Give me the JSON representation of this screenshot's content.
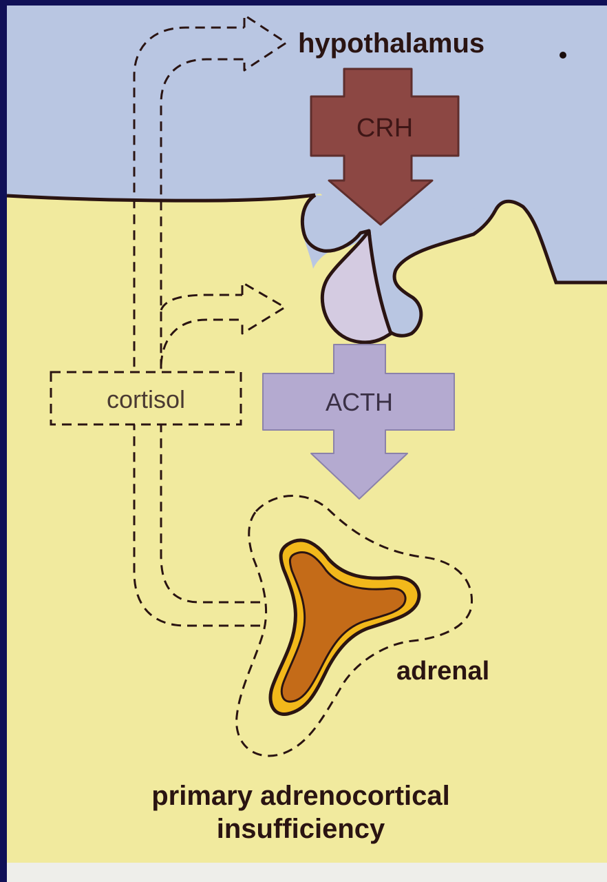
{
  "diagram": {
    "labels": {
      "hypothalamus": "hypothalamus",
      "crh": "CRH",
      "acth": "ACTH",
      "cortisol": "cortisol",
      "adrenal": "adrenal",
      "caption_line1": "primary adrenocortical",
      "caption_line2": "insufficiency"
    },
    "colors": {
      "brain_region": "#b9c6e2",
      "body_region": "#f1ea9e",
      "crh_arrow": "#8c4743",
      "acth_arrow": "#b4aad0",
      "pituitary_anterior": "#d4cbe1",
      "adrenal_cortex_outer": "#f2b81b",
      "adrenal_core": "#c46b18",
      "outline": "#2a1412",
      "frame": "#101057"
    },
    "feedback": {
      "style": "dashed",
      "source": "adrenal",
      "targets": [
        "hypothalamus",
        "pituitary"
      ]
    }
  }
}
